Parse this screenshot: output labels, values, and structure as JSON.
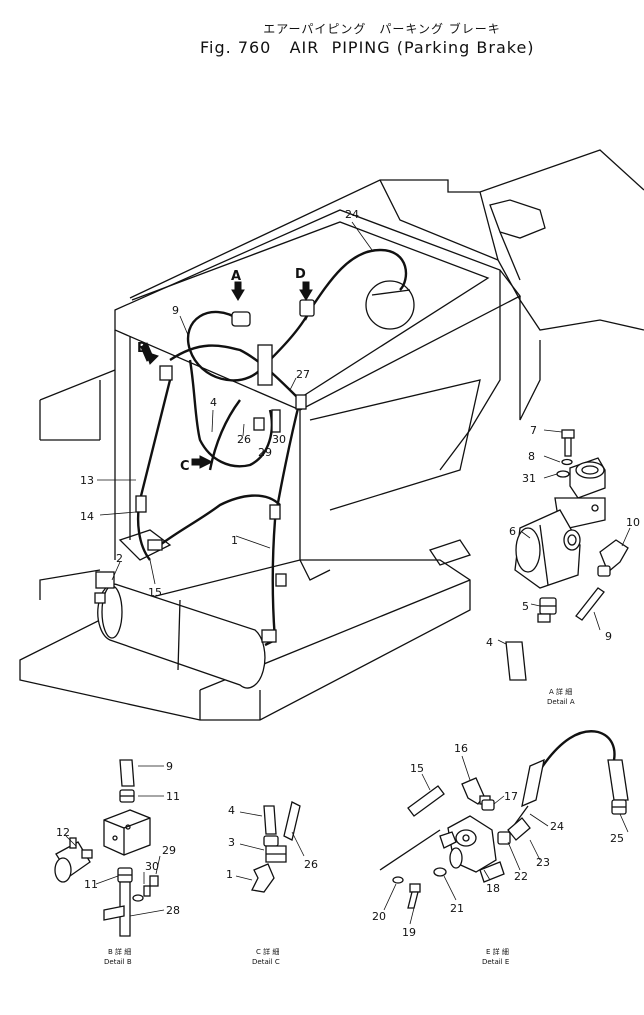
{
  "title": {
    "jp": "エアーパイピング　パーキング ブレーキ",
    "fig": "Fig. 760   AIR  PIPING (Parking Brake)"
  },
  "callouts": {
    "A": "A",
    "B": "B",
    "C": "C",
    "D": "D"
  },
  "parts": {
    "p1": "1",
    "p2": "2",
    "p3": "3",
    "p4": "4",
    "p5": "5",
    "p6": "6",
    "p7": "7",
    "p8": "8",
    "p9": "9",
    "p10": "10",
    "p11": "11",
    "p12": "12",
    "p13": "13",
    "p14": "14",
    "p15": "15",
    "p16": "16",
    "p17": "17",
    "p18": "18",
    "p19": "19",
    "p20": "20",
    "p21": "21",
    "p22": "22",
    "p23": "23",
    "p24": "24",
    "p25": "25",
    "p26": "26",
    "p27": "27",
    "p28": "28",
    "p29": "29",
    "p30": "30",
    "p31": "31"
  },
  "details": {
    "A": {
      "jp": "A 詳 細",
      "en": "Detail  A"
    },
    "B": {
      "jp": "B 詳 細",
      "en": "Detail  B"
    },
    "C": {
      "jp": "C 詳 細",
      "en": "Detail  C"
    },
    "E": {
      "jp": "E 詳 細",
      "en": "Detail  E"
    }
  }
}
